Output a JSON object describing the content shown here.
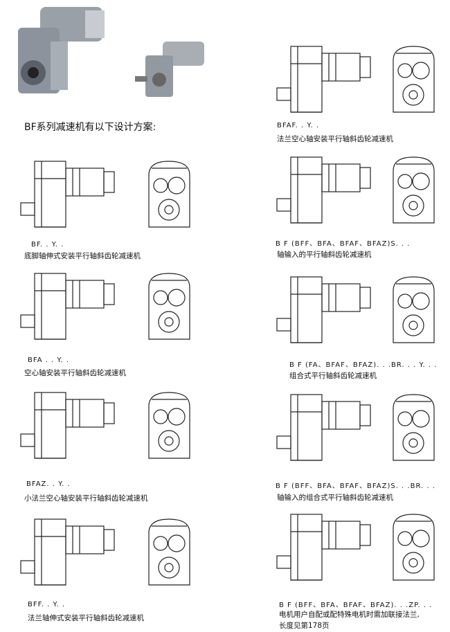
{
  "heading": "BF系列减速机有以下设计方案:",
  "variants": [
    {
      "code": "BF. . Y. .",
      "desc": "底脚轴伸式安装平行轴斜齿轮减速机"
    },
    {
      "code": "BFA    . . Y. .",
      "desc": "空心轴安装平行轴斜齿轮减速机"
    },
    {
      "code": "BFAZ. . Y. .",
      "desc": "小法兰空心轴安装平行轴斜齿轮减速机"
    },
    {
      "code": "BFF. . Y. .",
      "desc": "法兰轴伸式安装平行轴斜齿轮减速机"
    },
    {
      "code": "BFAF. . Y. .",
      "desc": "法兰空心轴安装平行轴斜齿轮减速机"
    },
    {
      "code": "B F (BFF、BFA、BFAF、BFAZ)S. . .",
      "desc": "轴输入的平行轴斜齿轮减速机"
    },
    {
      "code": "B F (FA、BFAF、BFAZ). . .BR. . . Y. . .",
      "desc": "组合式平行轴斜齿轮减速机"
    },
    {
      "code": "B F (BFF、BFA、BFAF、BFAZ)S. . .BR. . .",
      "desc": "轴输入的组合式平行轴斜齿轮减速机"
    },
    {
      "code": "B F (BFF、BFA、BFAF、BFAZ). . .ZP. . .",
      "desc": "电机用户自配或配特殊电机时需加联接法兰,",
      "desc2": "长度见第178页"
    }
  ]
}
